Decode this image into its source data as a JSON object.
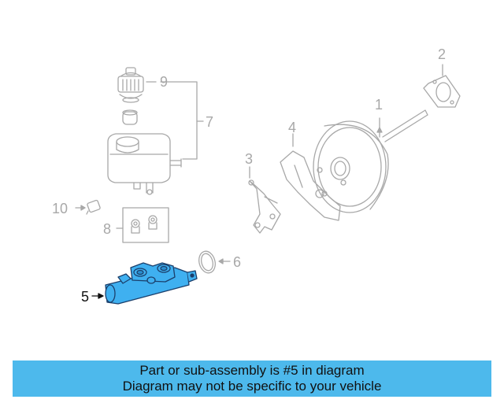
{
  "labels": {
    "l1": "1",
    "l2": "2",
    "l3": "3",
    "l4": "4",
    "l5": "5",
    "l6": "6",
    "l7": "7",
    "l8": "8",
    "l9": "9",
    "l10": "10"
  },
  "highlighted_part": "5",
  "colors": {
    "highlight": "#4db9ec",
    "line": "#a8a8a8",
    "part_fill": "#3fb0f0"
  },
  "banner": {
    "line1": "Part or sub-assembly is #5 in diagram",
    "line2": "Diagram may not be specific to your vehicle"
  }
}
